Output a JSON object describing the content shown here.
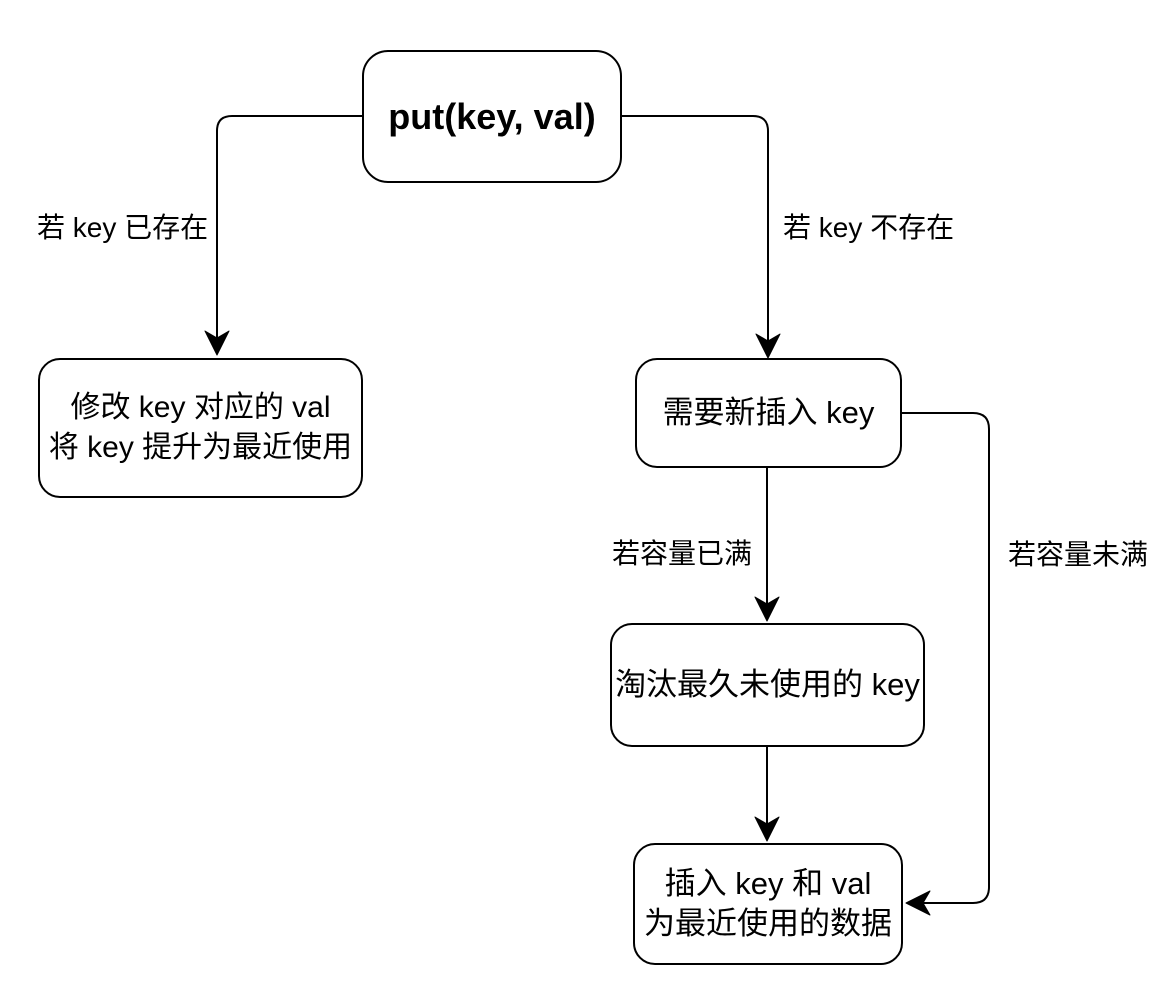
{
  "diagram": {
    "background_color": "#ffffff",
    "stroke_color": "#000000",
    "text_color": "#000000"
  },
  "nodes": {
    "put": {
      "label": "put(key, val)"
    },
    "modify": {
      "line1": "修改 key 对应的 val",
      "line2": "将 key 提升为最近使用"
    },
    "insert_new": {
      "label": "需要新插入 key"
    },
    "evict": {
      "label": "淘汰最久未使用的 key"
    },
    "insert_data": {
      "line1": "插入 key 和 val",
      "line2": "为最近使用的数据"
    }
  },
  "edge_labels": {
    "key_exists": "若 key 已存在",
    "key_not_exists": "若 key 不存在",
    "capacity_full": "若容量已满",
    "capacity_not_full": "若容量未满"
  }
}
